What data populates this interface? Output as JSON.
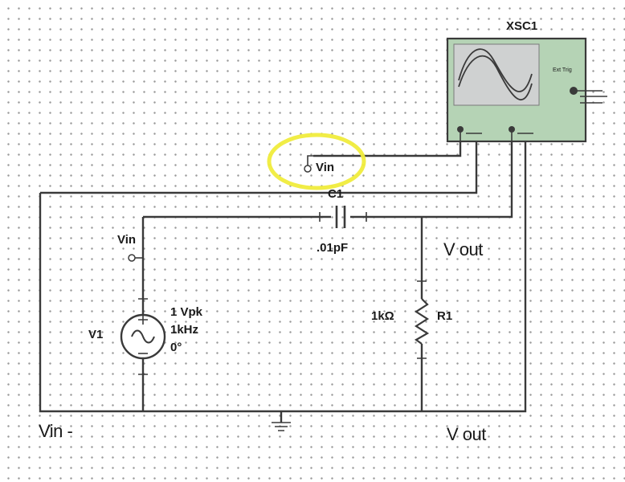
{
  "scope": {
    "ref": "XSC1",
    "trig_label": "Ext Trig"
  },
  "probe": {
    "label": "Vin"
  },
  "capacitor": {
    "ref": "C1",
    "value": ".01pF"
  },
  "source": {
    "ref": "V1",
    "line1": "1 Vpk",
    "line2": "1kHz",
    "line3": "0°",
    "node_label": "Vin"
  },
  "resistor": {
    "ref": "R1",
    "value": "1kΩ"
  },
  "labels": {
    "vin_minus": "Vin -",
    "vout_top": "V out",
    "vout_bottom": "V out"
  },
  "colors": {
    "highlight": "#f0ec3c",
    "scope_body": "#b5d3b5",
    "scope_screen": "#cfd1d1",
    "wire": "#3a3a3a"
  }
}
